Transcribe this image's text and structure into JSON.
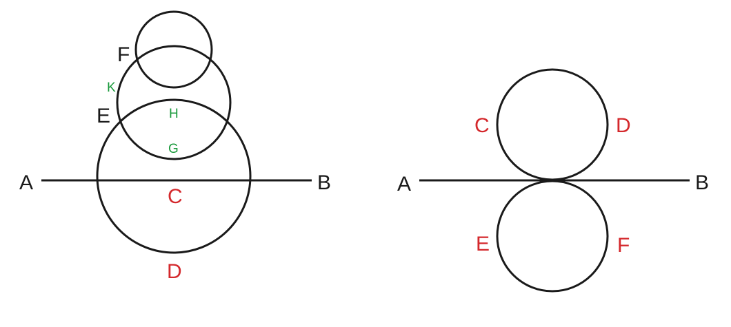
{
  "colors": {
    "stroke": "#1a1a1a",
    "black_label": "#1a1a1a",
    "red_label": "#d4282c",
    "green_label": "#1a9a3c"
  },
  "left_figure": {
    "labels": {
      "A": "A",
      "B": "B",
      "C": "C",
      "D": "D",
      "E": "E",
      "F": "F",
      "G": "G",
      "H": "H",
      "K": "K"
    }
  },
  "right_figure": {
    "labels": {
      "A": "A",
      "B": "B",
      "C": "C",
      "D": "D",
      "E": "E",
      "F": "F"
    }
  }
}
